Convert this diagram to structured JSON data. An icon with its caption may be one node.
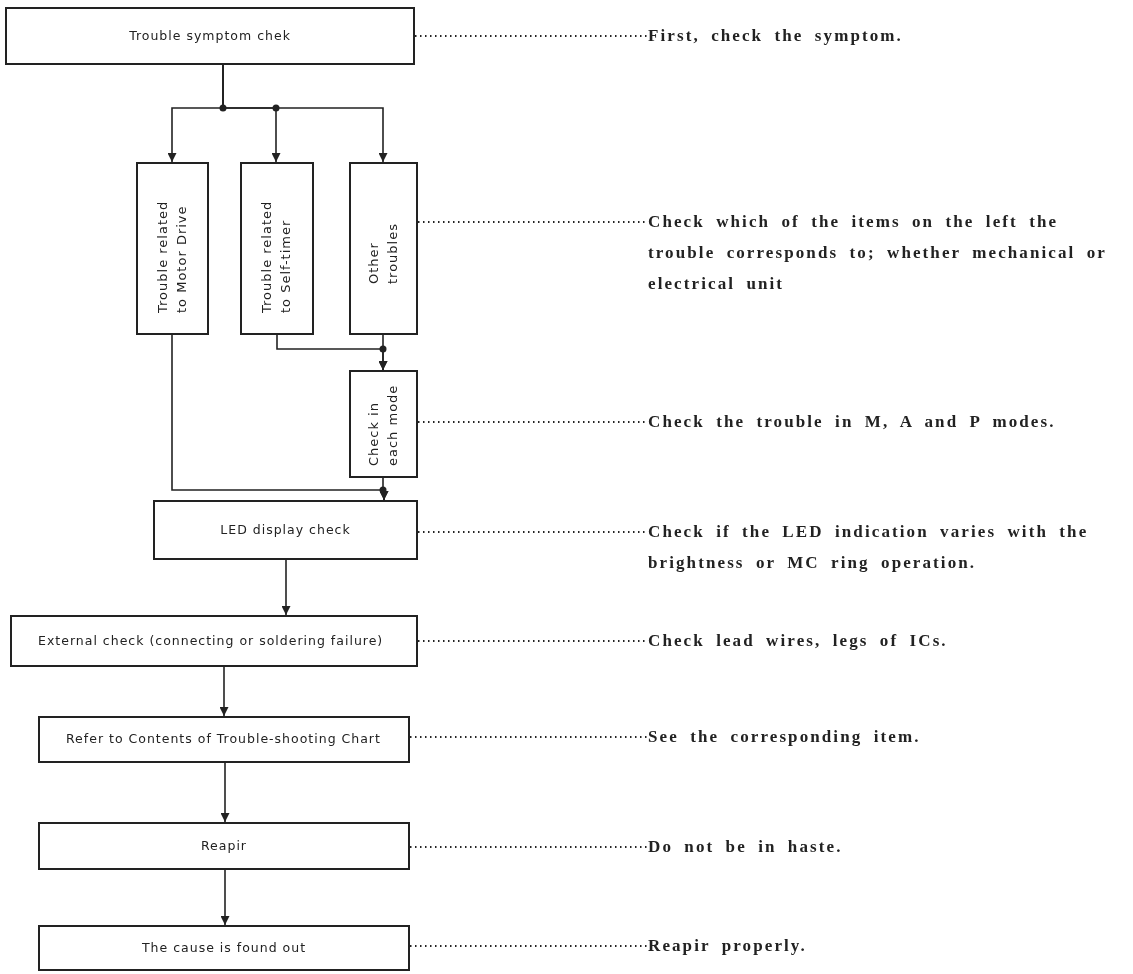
{
  "diagram": {
    "nodes": [
      {
        "text": [
          "Trouble symptom chek"
        ]
      },
      {
        "text": [
          "Trouble related to Motor Drive"
        ]
      },
      {
        "text": [
          "Trouble related to Self-timer"
        ]
      },
      {
        "text": [
          "Other troubles"
        ]
      },
      {
        "text": [
          "Check in each mode"
        ]
      },
      {
        "text": [
          "LED display check"
        ]
      },
      {
        "text": [
          "External check (connecting or soldering failure)"
        ]
      },
      {
        "text": [
          "Refer to Contents of Trouble-shooting Chart"
        ]
      },
      {
        "text": [
          "Reapir"
        ]
      },
      {
        "text": [
          "The cause is found out"
        ]
      },
      {
        "text": [
          "First, check the symptom."
        ]
      },
      {
        "text": [
          "Check which of the items on the left the trouble corresponds to; whether mechanical or electrical unit"
        ]
      },
      {
        "text": [
          "Check the trouble in M, A and P modes."
        ]
      },
      {
        "text": [
          "Check if the LED indication varies with the brightness or MC ring operation."
        ]
      },
      {
        "text": [
          "Check lead wires, legs of ICs."
        ]
      },
      {
        "text": [
          "See the corresponding item."
        ]
      },
      {
        "text": [
          "Do not be in haste."
        ]
      },
      {
        "text": [
          "Reapir properly."
        ]
      }
    ],
    "edges": [
      {
        "from": 0,
        "to": 1,
        "arrow": "to"
      },
      {
        "from": 0,
        "to": 2,
        "arrow": "to"
      },
      {
        "from": 0,
        "to": 3,
        "arrow": "to"
      },
      {
        "from": 2,
        "to": 4,
        "arrow": "to"
      },
      {
        "from": 3,
        "to": 4,
        "arrow": "to"
      },
      {
        "from": 1,
        "to": 5,
        "arrow": "to"
      },
      {
        "from": 4,
        "to": 5,
        "arrow": "to"
      },
      {
        "from": 5,
        "to": 6,
        "arrow": "to"
      },
      {
        "from": 6,
        "to": 7,
        "arrow": "to"
      },
      {
        "from": 7,
        "to": 8,
        "arrow": "to"
      },
      {
        "from": 8,
        "to": 9,
        "arrow": "to"
      },
      {
        "from": 0,
        "to": 10,
        "arrow": "none",
        "style": "dashed"
      },
      {
        "from": 3,
        "to": 11,
        "arrow": "none",
        "style": "dashed"
      },
      {
        "from": 4,
        "to": 12,
        "arrow": "none",
        "style": "dashed"
      },
      {
        "from": 5,
        "to": 13,
        "arrow": "none",
        "style": "dashed"
      },
      {
        "from": 6,
        "to": 14,
        "arrow": "none",
        "style": "dashed"
      },
      {
        "from": 7,
        "to": 15,
        "arrow": "none",
        "style": "dashed"
      },
      {
        "from": 8,
        "to": 16,
        "arrow": "none",
        "style": "dashed"
      },
      {
        "from": 9,
        "to": 17,
        "arrow": "none",
        "style": "dashed"
      }
    ]
  }
}
